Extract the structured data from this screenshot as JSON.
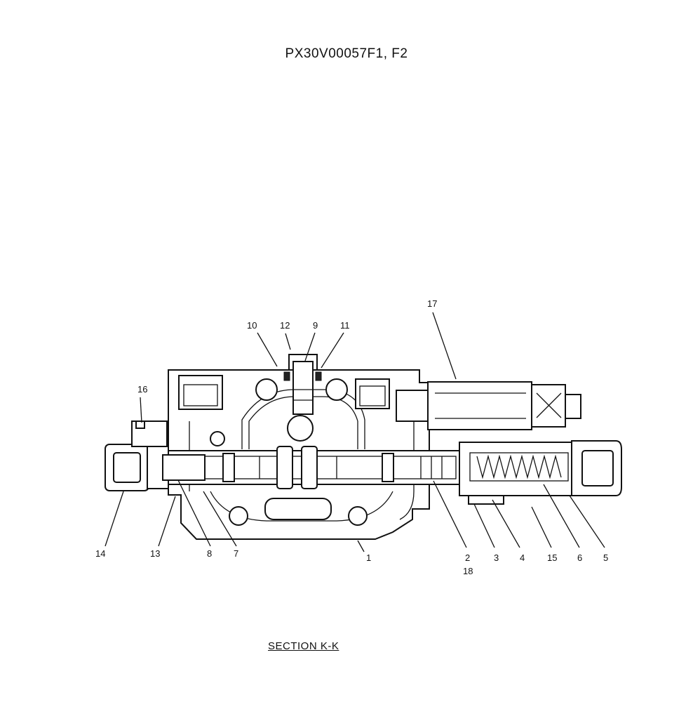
{
  "title": "PX30V00057F1, F2",
  "section_label": "SECTION  K-K",
  "callouts": {
    "c1": "1",
    "c2": "2",
    "c3": "3",
    "c4": "4",
    "c5": "5",
    "c6": "6",
    "c7": "7",
    "c8": "8",
    "c9": "9",
    "c10": "10",
    "c11": "11",
    "c12": "12",
    "c13": "13",
    "c14": "14",
    "c15": "15",
    "c16": "16",
    "c17": "17",
    "c18": "18"
  }
}
